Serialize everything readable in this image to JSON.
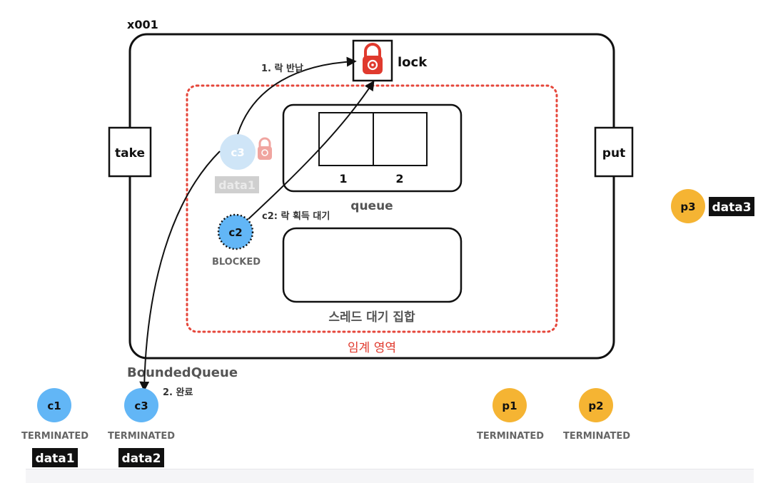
{
  "labels": {
    "instance_ref": "x001",
    "class_name": "BoundedQueue",
    "lock": "lock",
    "take": "take",
    "put": "put",
    "queue": "queue",
    "queue_slot_1": "1",
    "queue_slot_2": "2",
    "wait_set": "스레드 대기 집합",
    "critical_section": "임계 영역",
    "step_1": "1. 락 반납",
    "step_2": "2. 완료",
    "c2_note": "c2: 락 획득 대기"
  },
  "threads": {
    "c1": {
      "name": "c1",
      "state": "TERMINATED",
      "data": "data1"
    },
    "c3": {
      "name": "c3",
      "state": "TERMINATED",
      "data": "data2"
    },
    "c3_ghost": {
      "name": "c3",
      "data": "data1"
    },
    "c2": {
      "name": "c2",
      "state": "BLOCKED"
    },
    "p1": {
      "name": "p1",
      "state": "TERMINATED"
    },
    "p2": {
      "name": "p2",
      "state": "TERMINATED"
    },
    "p3": {
      "name": "p3",
      "data": "data3"
    }
  },
  "colors": {
    "consumer": "#62b6f6",
    "producer": "#f5b433",
    "lock_red": "#e03a2e",
    "critical_dotted": "#e5463a",
    "data_tag_bg": "#111111",
    "ghost": "#c7e1f6"
  },
  "icons": {
    "lock_main": "padlock-icon",
    "lock_ghost": "padlock-icon"
  }
}
